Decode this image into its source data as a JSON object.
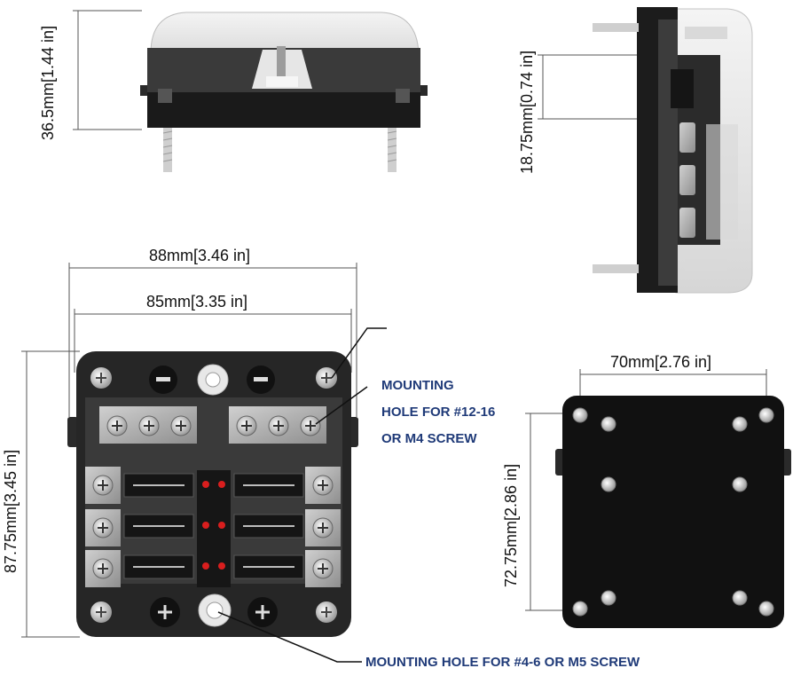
{
  "dimensions": {
    "front_height": "36.5mm[1.44 in]",
    "side_terminal_height": "18.75mm[0.74 in]",
    "overall_width": "88mm[3.46 in]",
    "hole_spacing_width": "85mm[3.35 in]",
    "overall_height": "87.75mm[3.45 in]",
    "back_hole_width": "70mm[2.76 in]",
    "back_hole_height": "72.75mm[2.86 in]"
  },
  "callouts": {
    "upper_mount_line1": "MOUNTING",
    "upper_mount_line2": "HOLE FOR #12-16",
    "upper_mount_line3": "OR M4 SCREW",
    "lower_mount": "MOUNTING HOLE FOR #4-6 OR M5 SCREW"
  },
  "colors": {
    "body": "#2b2b2b",
    "cover": "#e8e8e8",
    "terminal": "#b5b5b5",
    "led": "#d91e1e",
    "note": "#1f3a78"
  }
}
